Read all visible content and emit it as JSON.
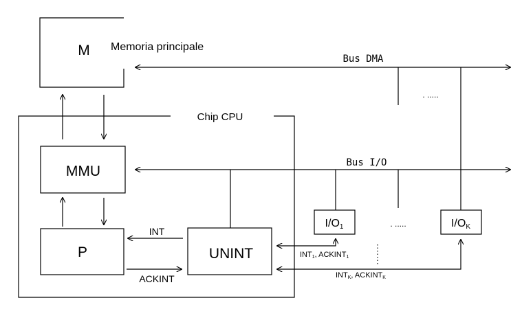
{
  "blocks": {
    "memory": {
      "label": "M",
      "caption": "Memoria principale"
    },
    "mmu": {
      "label": "MMU"
    },
    "processor": {
      "label": "P"
    },
    "unint": {
      "label": "UNINT"
    },
    "cpu_chip": {
      "label": "Chip CPU"
    }
  },
  "buses": {
    "dma": {
      "label": "Bus DMA",
      "ellipsis": ". ....."
    },
    "io": {
      "label": "Bus I/O",
      "ellipsis_low": ". ....."
    }
  },
  "devices": {
    "io1": {
      "label_main": "I/O",
      "label_sub": "1"
    },
    "iok": {
      "label_main": "I/O",
      "label_sub": "K"
    }
  },
  "signals": {
    "int": "INT",
    "ackint": "ACKINT",
    "int1": {
      "a": "INT",
      "a_sub": "1",
      "sep": ", ACKINT",
      "b_sub": "1"
    },
    "intk": {
      "a": "INT",
      "a_sub": "K",
      "sep": ", ACKINT",
      "b_sub": "K"
    }
  },
  "colors": {
    "stroke": "#000000",
    "background": "#ffffff"
  }
}
